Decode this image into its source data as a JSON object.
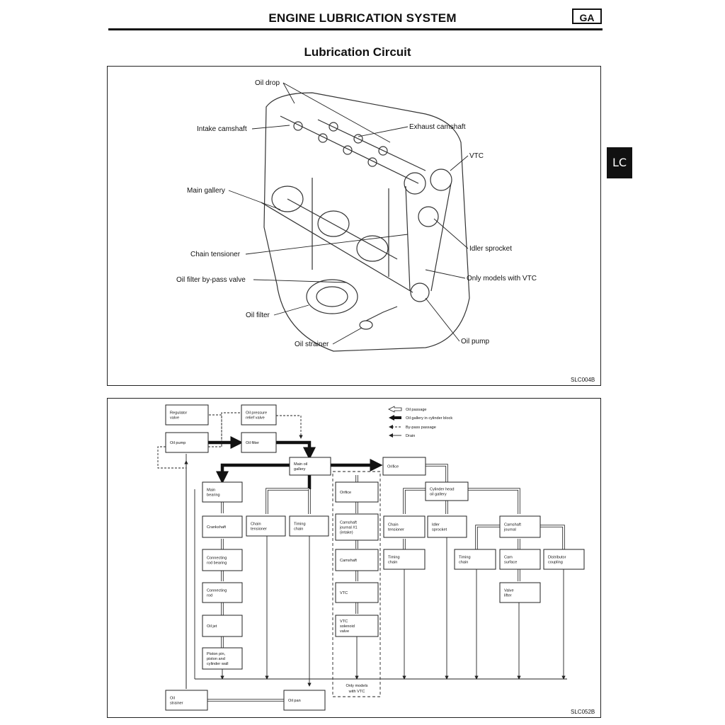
{
  "header": {
    "title": "ENGINE LUBRICATION SYSTEM",
    "badge": "GA"
  },
  "section_title": "Lubrication Circuit",
  "side_tab": "LC",
  "illustration": {
    "code": "SLC004B",
    "labels": {
      "oil_drop": "Oil drop",
      "intake_camshaft": "Intake camshaft",
      "exhaust_camshaft": "Exhaust camshaft",
      "vtc": "VTC",
      "main_gallery": "Main gallery",
      "idler_sprocket": "Idler sprocket",
      "chain_tensioner": "Chain tensioner",
      "only_models_vtc": "Only models with VTC",
      "bypass_valve": "Oil filter by-pass valve",
      "oil_filter": "Oil filter",
      "oil_pump": "Oil pump",
      "oil_strainer": "Oil strainer"
    }
  },
  "flowchart": {
    "code": "SLC052B",
    "legend": {
      "oil_passage": "Oil passage",
      "oil_gallery": "Oil gallery in cylinder block",
      "bypass_passage": "By-pass passage",
      "drain": "Drain"
    },
    "boxes": {
      "regulator_valve": [
        "Regulator",
        "valve"
      ],
      "relief_valve": [
        "Oil pressure",
        "relief valve"
      ],
      "oil_pump": [
        "Oil pump"
      ],
      "oil_filter": [
        "Oil filter"
      ],
      "main_gallery": [
        "Main oil",
        "gallery"
      ],
      "orifice_right": [
        "Orifice"
      ],
      "main_bearing": [
        "Main",
        "bearing"
      ],
      "chain_tensioner_left": [
        "Chain",
        "tensioner"
      ],
      "timing_chain_left": [
        "Timing",
        "chain"
      ],
      "orifice_vtc": [
        "Orifice"
      ],
      "cylinder_head_gallery": [
        "Cylinder head",
        "oil gallery"
      ],
      "crankshaft": [
        "Crankshaft"
      ],
      "camshaft_journal_intake": [
        "Camshaft",
        "journal #1",
        "(intake)"
      ],
      "chain_tensioner_right": [
        "Chain",
        "tensioner"
      ],
      "idler_sprocket": [
        "Idler",
        "sprocket"
      ],
      "camshaft_journal": [
        "Camshaft",
        "journal"
      ],
      "connecting_rod_bearing": [
        "Connecting",
        "rod bearing"
      ],
      "camshaft": [
        "Camshaft"
      ],
      "timing_chain_mid": [
        "Timing",
        "chain"
      ],
      "timing_chain_right": [
        "Timing",
        "chain"
      ],
      "cam_surface": [
        "Cam",
        "surface"
      ],
      "distributor_coupling": [
        "Distributor",
        "coupling"
      ],
      "connecting_rod": [
        "Connecting",
        "rod"
      ],
      "vtc": [
        "VTC"
      ],
      "valve_lifter": [
        "Valve",
        "lifter"
      ],
      "oil_jet": [
        "Oil jet"
      ],
      "vtc_solenoid_valve": [
        "VTC",
        "solenoid",
        "valve"
      ],
      "piston": [
        "Piston pin,",
        "piston and",
        "cylinder wall"
      ],
      "oil_strainer": [
        "Oil",
        "strainer"
      ],
      "oil_pan": [
        "Oil pan"
      ]
    },
    "vtc_note": [
      "Only models",
      "with VTC"
    ]
  }
}
